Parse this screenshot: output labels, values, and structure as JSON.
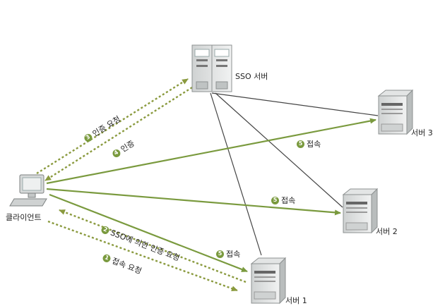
{
  "nodes": {
    "sso_server": "SSO 서버",
    "client": "클라이언트",
    "server1": "서버 1",
    "server2": "서버 2",
    "server3": "서버 3"
  },
  "steps": {
    "auth_request": {
      "num": "3",
      "text": "인증 요청"
    },
    "auth": {
      "num": "4",
      "text": "인증"
    },
    "sso_auth_request": {
      "num": "2",
      "text": "SSO에 의한 인증 요청"
    },
    "access_request": {
      "num": "1",
      "text": "접속 요청"
    },
    "access_s1": {
      "num": "5",
      "text": "접속"
    },
    "access_s2": {
      "num": "5",
      "text": "접속"
    },
    "access_s3": {
      "num": "5",
      "text": "접속"
    }
  },
  "colors": {
    "arrow_green": "#7a9a3e",
    "dotted_green": "#8a9a3e",
    "link_line": "#444444"
  }
}
